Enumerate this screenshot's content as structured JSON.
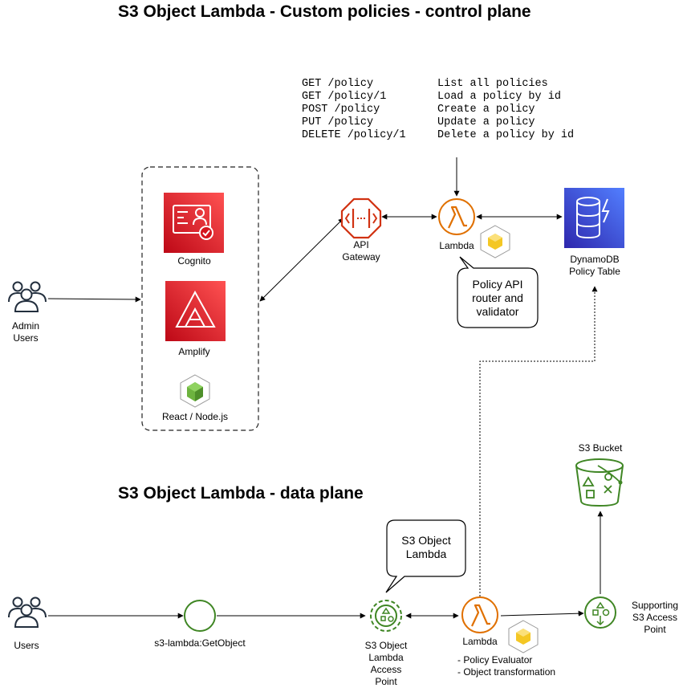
{
  "titles": {
    "control_plane": "S3 Object Lambda - Custom policies - control plane",
    "data_plane": "S3 Object Lambda - data plane"
  },
  "api_routes": [
    {
      "route": "GET /policy",
      "description": "List all policies"
    },
    {
      "route": "GET /policy/1",
      "description": "Load a policy by id"
    },
    {
      "route": "POST /policy",
      "description": "Create a policy"
    },
    {
      "route": "PUT /policy",
      "description": "Update a policy"
    },
    {
      "route": "DELETE /policy/1",
      "description": "Delete a policy by id"
    }
  ],
  "nodes": {
    "admin_users": {
      "label_1": "Admin",
      "label_2": "Users"
    },
    "cognito": {
      "label": "Cognito"
    },
    "amplify": {
      "label": "Amplify"
    },
    "react_node": {
      "label": "React / Node.js"
    },
    "api_gateway": {
      "label_1": "API",
      "label_2": "Gateway"
    },
    "lambda_policy": {
      "label": "Lambda"
    },
    "dynamodb": {
      "label_1": "DynamoDB",
      "label_2": "Policy Table"
    },
    "users": {
      "label": "Users"
    },
    "getobject": {
      "label": "s3-lambda:GetObject"
    },
    "olap": {
      "label_1": "S3 Object",
      "label_2": "Lambda",
      "label_3": "Access",
      "label_4": "Point"
    },
    "lambda_eval": {
      "label": "Lambda",
      "note_1": "- Policy Evaluator",
      "note_2": "- Object transformation"
    },
    "s3_bucket": {
      "label": "S3 Bucket"
    },
    "supporting_ap": {
      "label_1": "Supporting",
      "label_2": "S3 Access",
      "label_3": "Point"
    }
  },
  "callouts": {
    "policy_api": {
      "line_1": "Policy API",
      "line_2": "router and",
      "line_3": "validator"
    },
    "s3_object_lambda": {
      "line_1": "S3 Object",
      "line_2": "Lambda"
    }
  },
  "colors": {
    "cognito_red": "#C7131F",
    "lambda_orange": "#E07000",
    "dynamodb_blue": "#3B48CC",
    "s3_green": "#3F8624",
    "api_gateway_red": "#D13212",
    "node_green": "#6DB33F"
  }
}
